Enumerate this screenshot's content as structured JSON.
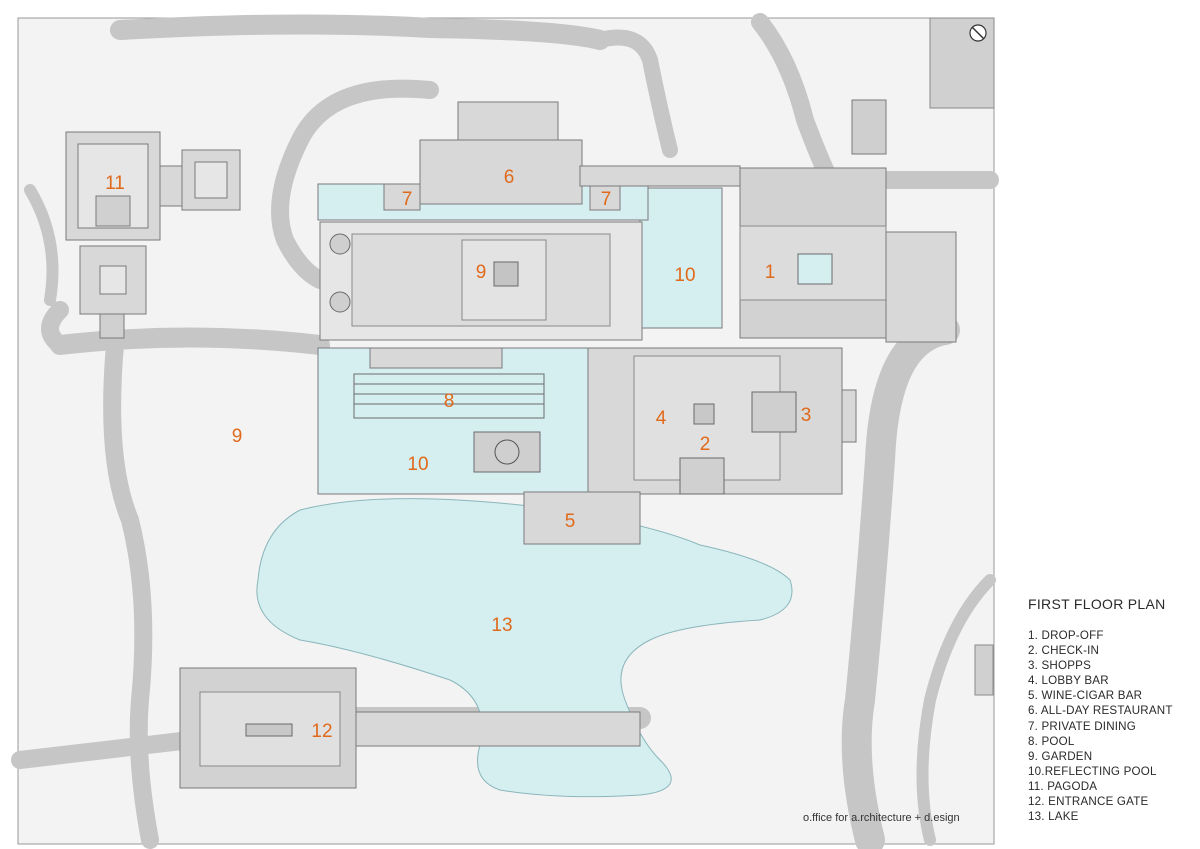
{
  "legend": {
    "title": "FIRST FLOOR PLAN",
    "items": [
      "1. DROP-OFF",
      "2. CHECK-IN",
      "3. SHOPPS",
      "4. LOBBY BAR",
      "5. WINE-CIGAR BAR",
      "6. ALL-DAY RESTAURANT",
      "7. PRIVATE DINING",
      "8. POOL",
      "9. GARDEN",
      "10.REFLECTING POOL",
      "11. PAGODA",
      "12. ENTRANCE GATE",
      "13. LAKE"
    ]
  },
  "credit": "o.ffice for a.rchitecture + d.esign",
  "labels": {
    "dropoff": "1",
    "checkin": "2",
    "shops": "3",
    "lobby_bar": "4",
    "wine_bar": "5",
    "restaurant": "6",
    "private_dining_left": "7",
    "private_dining_right": "7",
    "pool": "8",
    "garden_center": "9",
    "garden_left": "9",
    "reflecting_pool_right": "10",
    "reflecting_pool_left": "10",
    "pagoda": "11",
    "entrance_gate": "12",
    "lake": "13"
  },
  "colors": {
    "site": "#f3f3f3",
    "road": "#c6c6c6",
    "water": "#d5eef0",
    "building": "#d8d8d8",
    "roof": "#e6e6e6",
    "outline": "#7a7a7a",
    "label": "#e06a1c"
  },
  "icons": {
    "north": "north-arrow-icon"
  }
}
